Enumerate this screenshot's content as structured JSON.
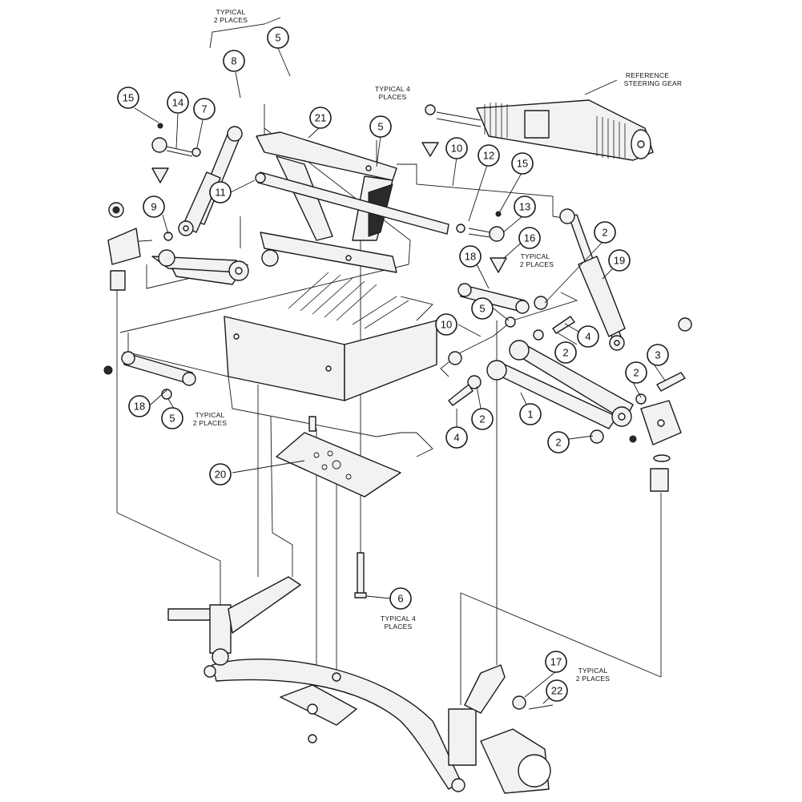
{
  "callouts": [
    {
      "id": "c15a",
      "label": "15"
    },
    {
      "id": "c14",
      "label": "14"
    },
    {
      "id": "c7",
      "label": "7"
    },
    {
      "id": "c8",
      "label": "8"
    },
    {
      "id": "c5a",
      "label": "5"
    },
    {
      "id": "c21",
      "label": "21"
    },
    {
      "id": "c5b",
      "label": "5"
    },
    {
      "id": "c10a",
      "label": "10"
    },
    {
      "id": "c12",
      "label": "12"
    },
    {
      "id": "c15b",
      "label": "15"
    },
    {
      "id": "c13",
      "label": "13"
    },
    {
      "id": "c16",
      "label": "16"
    },
    {
      "id": "c9",
      "label": "9"
    },
    {
      "id": "c11",
      "label": "11"
    },
    {
      "id": "c2a",
      "label": "2"
    },
    {
      "id": "c19",
      "label": "19"
    },
    {
      "id": "c18a",
      "label": "18"
    },
    {
      "id": "c5c",
      "label": "5"
    },
    {
      "id": "c10b",
      "label": "10"
    },
    {
      "id": "c4a",
      "label": "4"
    },
    {
      "id": "c2b",
      "label": "2"
    },
    {
      "id": "c3",
      "label": "3"
    },
    {
      "id": "c2c",
      "label": "2"
    },
    {
      "id": "c18b",
      "label": "18"
    },
    {
      "id": "c5d",
      "label": "5"
    },
    {
      "id": "c1",
      "label": "1"
    },
    {
      "id": "c2d",
      "label": "2"
    },
    {
      "id": "c4b",
      "label": "4"
    },
    {
      "id": "c2e",
      "label": "2"
    },
    {
      "id": "c20",
      "label": "20"
    },
    {
      "id": "c6",
      "label": "6"
    },
    {
      "id": "c17",
      "label": "17"
    },
    {
      "id": "c22",
      "label": "22"
    }
  ],
  "notes": {
    "typical_2_places_top": [
      "TYPICAL",
      "2 PLACES"
    ],
    "typical_4_places_top": [
      "TYPICAL 4",
      "PLACES"
    ],
    "reference_steering_gear": [
      "REFERENCE",
      "STEERING GEAR"
    ],
    "typical_2_places_mid": [
      "TYPICAL",
      "2 PLACES"
    ],
    "typical_2_places_left": [
      "TYPICAL",
      "2 PLACES"
    ],
    "typical_4_places_bottom": [
      "TYPICAL 4",
      "PLACES"
    ],
    "typical_2_places_bottom": [
      "TYPICAL",
      "2 PLACES"
    ]
  },
  "colors": {
    "line": "#1a1a1a",
    "fill": "#f2f2f2",
    "background": "#ffffff"
  }
}
